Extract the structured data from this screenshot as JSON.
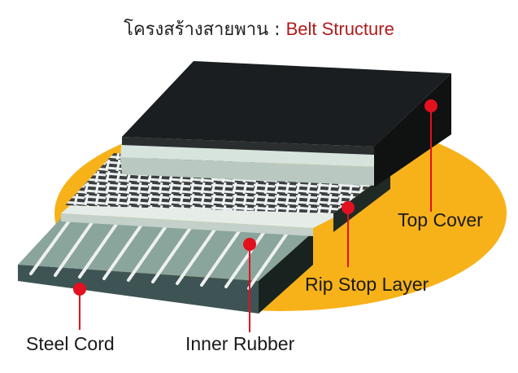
{
  "title": {
    "thai": "โครงสร้างสายพาน : ",
    "english": "Belt Structure"
  },
  "labels": {
    "top_cover": "Top Cover",
    "rip_stop_layer": "Rip Stop Layer",
    "steel_cord": "Steel Cord",
    "inner_rubber": "Inner Rubber"
  },
  "colors": {
    "background_oval": "#f7b21a",
    "top_cover": "#1b1e20",
    "marker": "#e3101f",
    "title_accent": "#b01c1c",
    "rubber_light": "#d6e2dc",
    "rubber_teal": "#8aa59c"
  }
}
